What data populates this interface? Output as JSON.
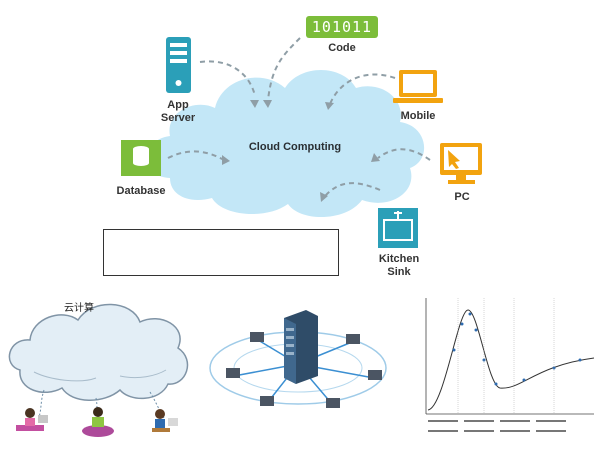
{
  "top_diagram": {
    "cloud_label": "Cloud Computing",
    "code_badge": "101011",
    "nodes": {
      "code": "Code",
      "app_server": "App\nServer",
      "mobile": "Mobile",
      "database": "Database",
      "pc": "PC",
      "kitchen_sink": "Kitchen\nSink"
    },
    "colors": {
      "cloud": "#c3e7f7",
      "orange": "#f2a30f",
      "green": "#7cbd3a",
      "teal": "#2b9fb8",
      "blue": "#4c98d0"
    }
  },
  "bottom_left": {
    "title": "云计算"
  }
}
